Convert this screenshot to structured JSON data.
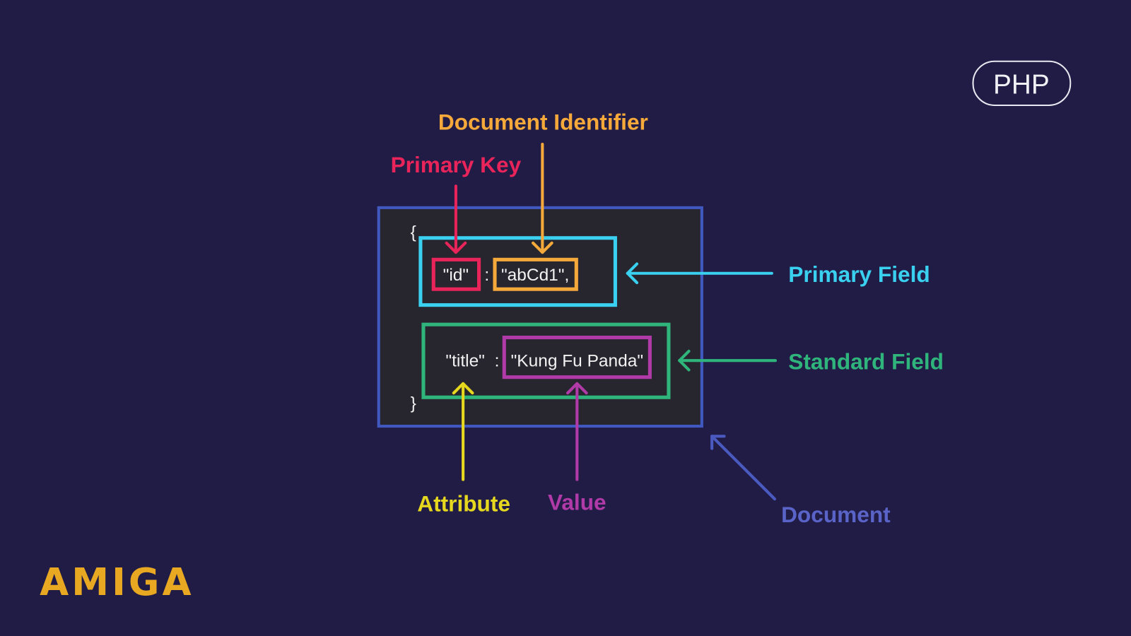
{
  "badge": "PHP",
  "logo": "AMIGA",
  "labels": {
    "document_identifier": "Document Identifier",
    "primary_key": "Primary Key",
    "primary_field": "Primary Field",
    "standard_field": "Standard Field",
    "attribute": "Attribute",
    "value": "Value",
    "document": "Document"
  },
  "code": {
    "open_brace": "{",
    "close_brace": "}",
    "id_key": "\"id\"",
    "colon": ":",
    "id_value": "\"abCd1\",",
    "title_key": "\"title\"",
    "title_value": "\"Kung Fu Panda\""
  },
  "colors": {
    "background": "#211c45",
    "document": "#4058c0",
    "primary_field": "#3ad0f0",
    "primary_key": "#e8245a",
    "document_identifier": "#f5a93a",
    "standard_field": "#2fb57c",
    "value": "#b03aa8",
    "attribute": "#e6d81e",
    "logo": "#e8a821"
  }
}
